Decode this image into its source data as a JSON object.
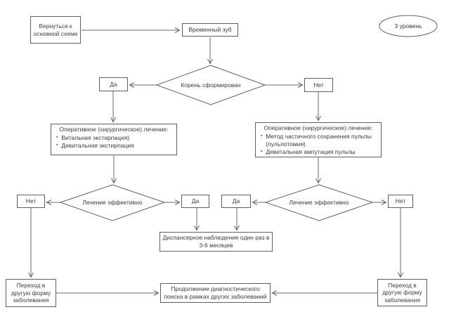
{
  "badge": {
    "label": "3 уровень"
  },
  "nodes": {
    "return_link": {
      "label": "Вернуться к основной схеме"
    },
    "start": {
      "label": "Временный зуб"
    },
    "root_decision": {
      "label": "Корень сформирован"
    },
    "root_yes": {
      "label": "Да"
    },
    "root_no": {
      "label": "Нет"
    },
    "treatment_formed": {
      "title": "Оперативное (хирургическое) лечение:",
      "bullets": [
        "Витальная экстирпация)",
        "Девитальная экстирпация"
      ]
    },
    "treatment_unformed": {
      "title": "Оперативное (хирургическое) лечение:",
      "bullets": [
        "Метод частичного сохранения пульпы (пульпотомия)",
        "Девитальная ампутация пульпы"
      ]
    },
    "effective_left": {
      "label": "Лечение эффективно"
    },
    "effective_left_no": {
      "label": "Нет"
    },
    "effective_left_yes": {
      "label": "Да"
    },
    "effective_right": {
      "label": "Лечение эффективно"
    },
    "effective_right_yes": {
      "label": "Да"
    },
    "effective_right_no": {
      "label": "Нет"
    },
    "observation": {
      "label": "Диспансерное наблюдение  один раз в 3-6 месяцев"
    },
    "transition_left": {
      "label": "Переход в другую форму заболевания"
    },
    "transition_right": {
      "label": "Переход в другую форму заболевания"
    },
    "continue_search": {
      "label": "Продолжение  диагностического поиска в рамках других заболеваний"
    }
  },
  "colors": {
    "line": "#6b6b6b",
    "node_border": "#5f5f5f",
    "text": "#3b3b3b",
    "background": "#ffffff"
  }
}
